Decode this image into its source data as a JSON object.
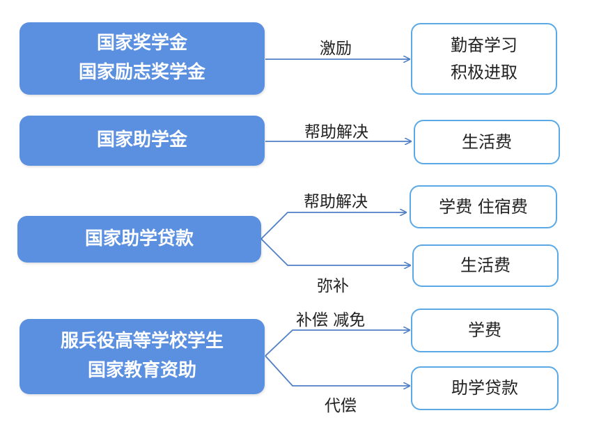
{
  "left": {
    "scholarship": [
      "国家奖学金",
      "国家励志奖学金"
    ],
    "grant": "国家助学金",
    "loan": "国家助学贷款",
    "military": [
      "服兵役高等学校学生",
      "国家教育资助"
    ]
  },
  "right": {
    "scholarship": [
      "勤奋学习",
      "积极进取"
    ],
    "grant": "生活费",
    "loan_top": "学费 住宿费",
    "loan_bottom": "生活费",
    "military_top": "学费",
    "military_bottom": "助学贷款"
  },
  "edges": {
    "scholarship": "激励",
    "grant": "帮助解决",
    "loan_top": "帮助解决",
    "loan_bottom": "弥补",
    "military_top": "补偿 减免",
    "military_bottom": "代偿"
  },
  "colors": {
    "left_box_fill": "#5b8fe0",
    "right_box_border": "#5aa9e6",
    "arrow": "#4f7fc6"
  }
}
